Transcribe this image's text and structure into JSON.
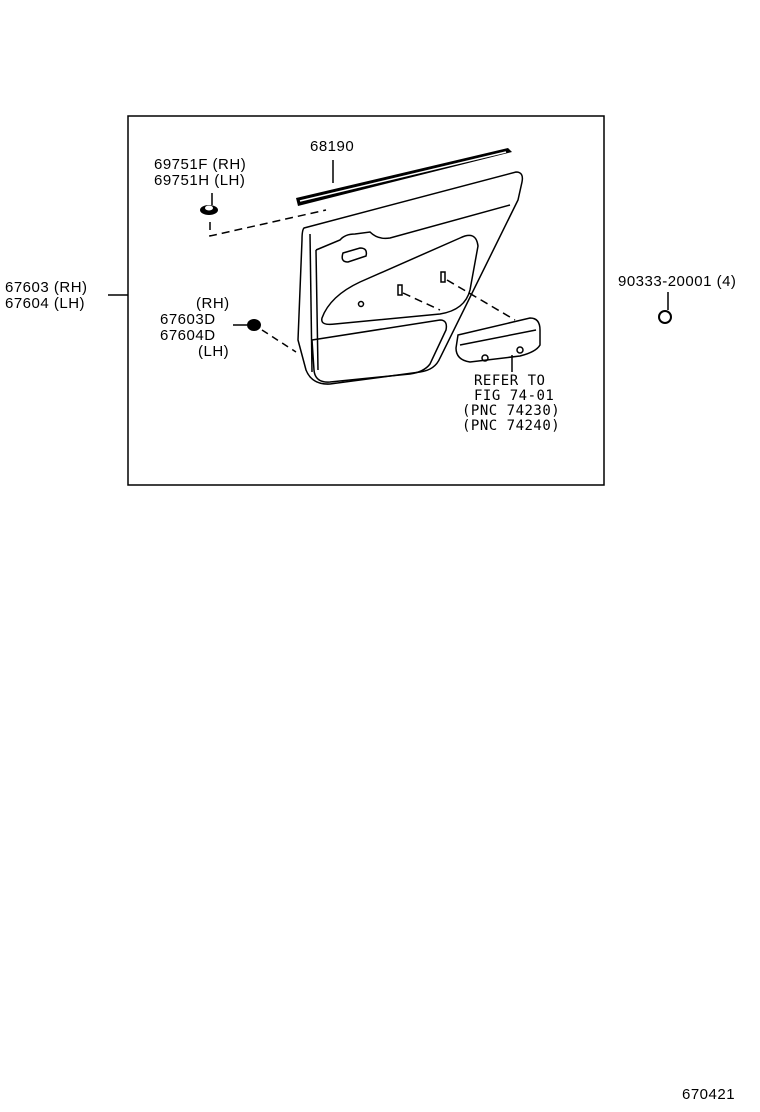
{
  "diagram": {
    "figure_id": "670421",
    "parts": {
      "trim_panel": {
        "line1": "67603 (RH)",
        "line2": "67604 (LH)"
      },
      "weatherstrip": {
        "label": "68190"
      },
      "clip_top": {
        "line1": "69751F (RH)",
        "line2": "69751H (LH)"
      },
      "bolt": {
        "line1": "(RH)",
        "line2": "67603D",
        "line3": "67604D",
        "line4": "(LH)"
      },
      "screw": {
        "label": "90333-20001 (4)"
      },
      "armrest_ref": {
        "line1": "REFER TO",
        "line2": "FIG 74-01",
        "line3": "(PNC 74230)",
        "line4": "(PNC 74240)"
      }
    }
  }
}
